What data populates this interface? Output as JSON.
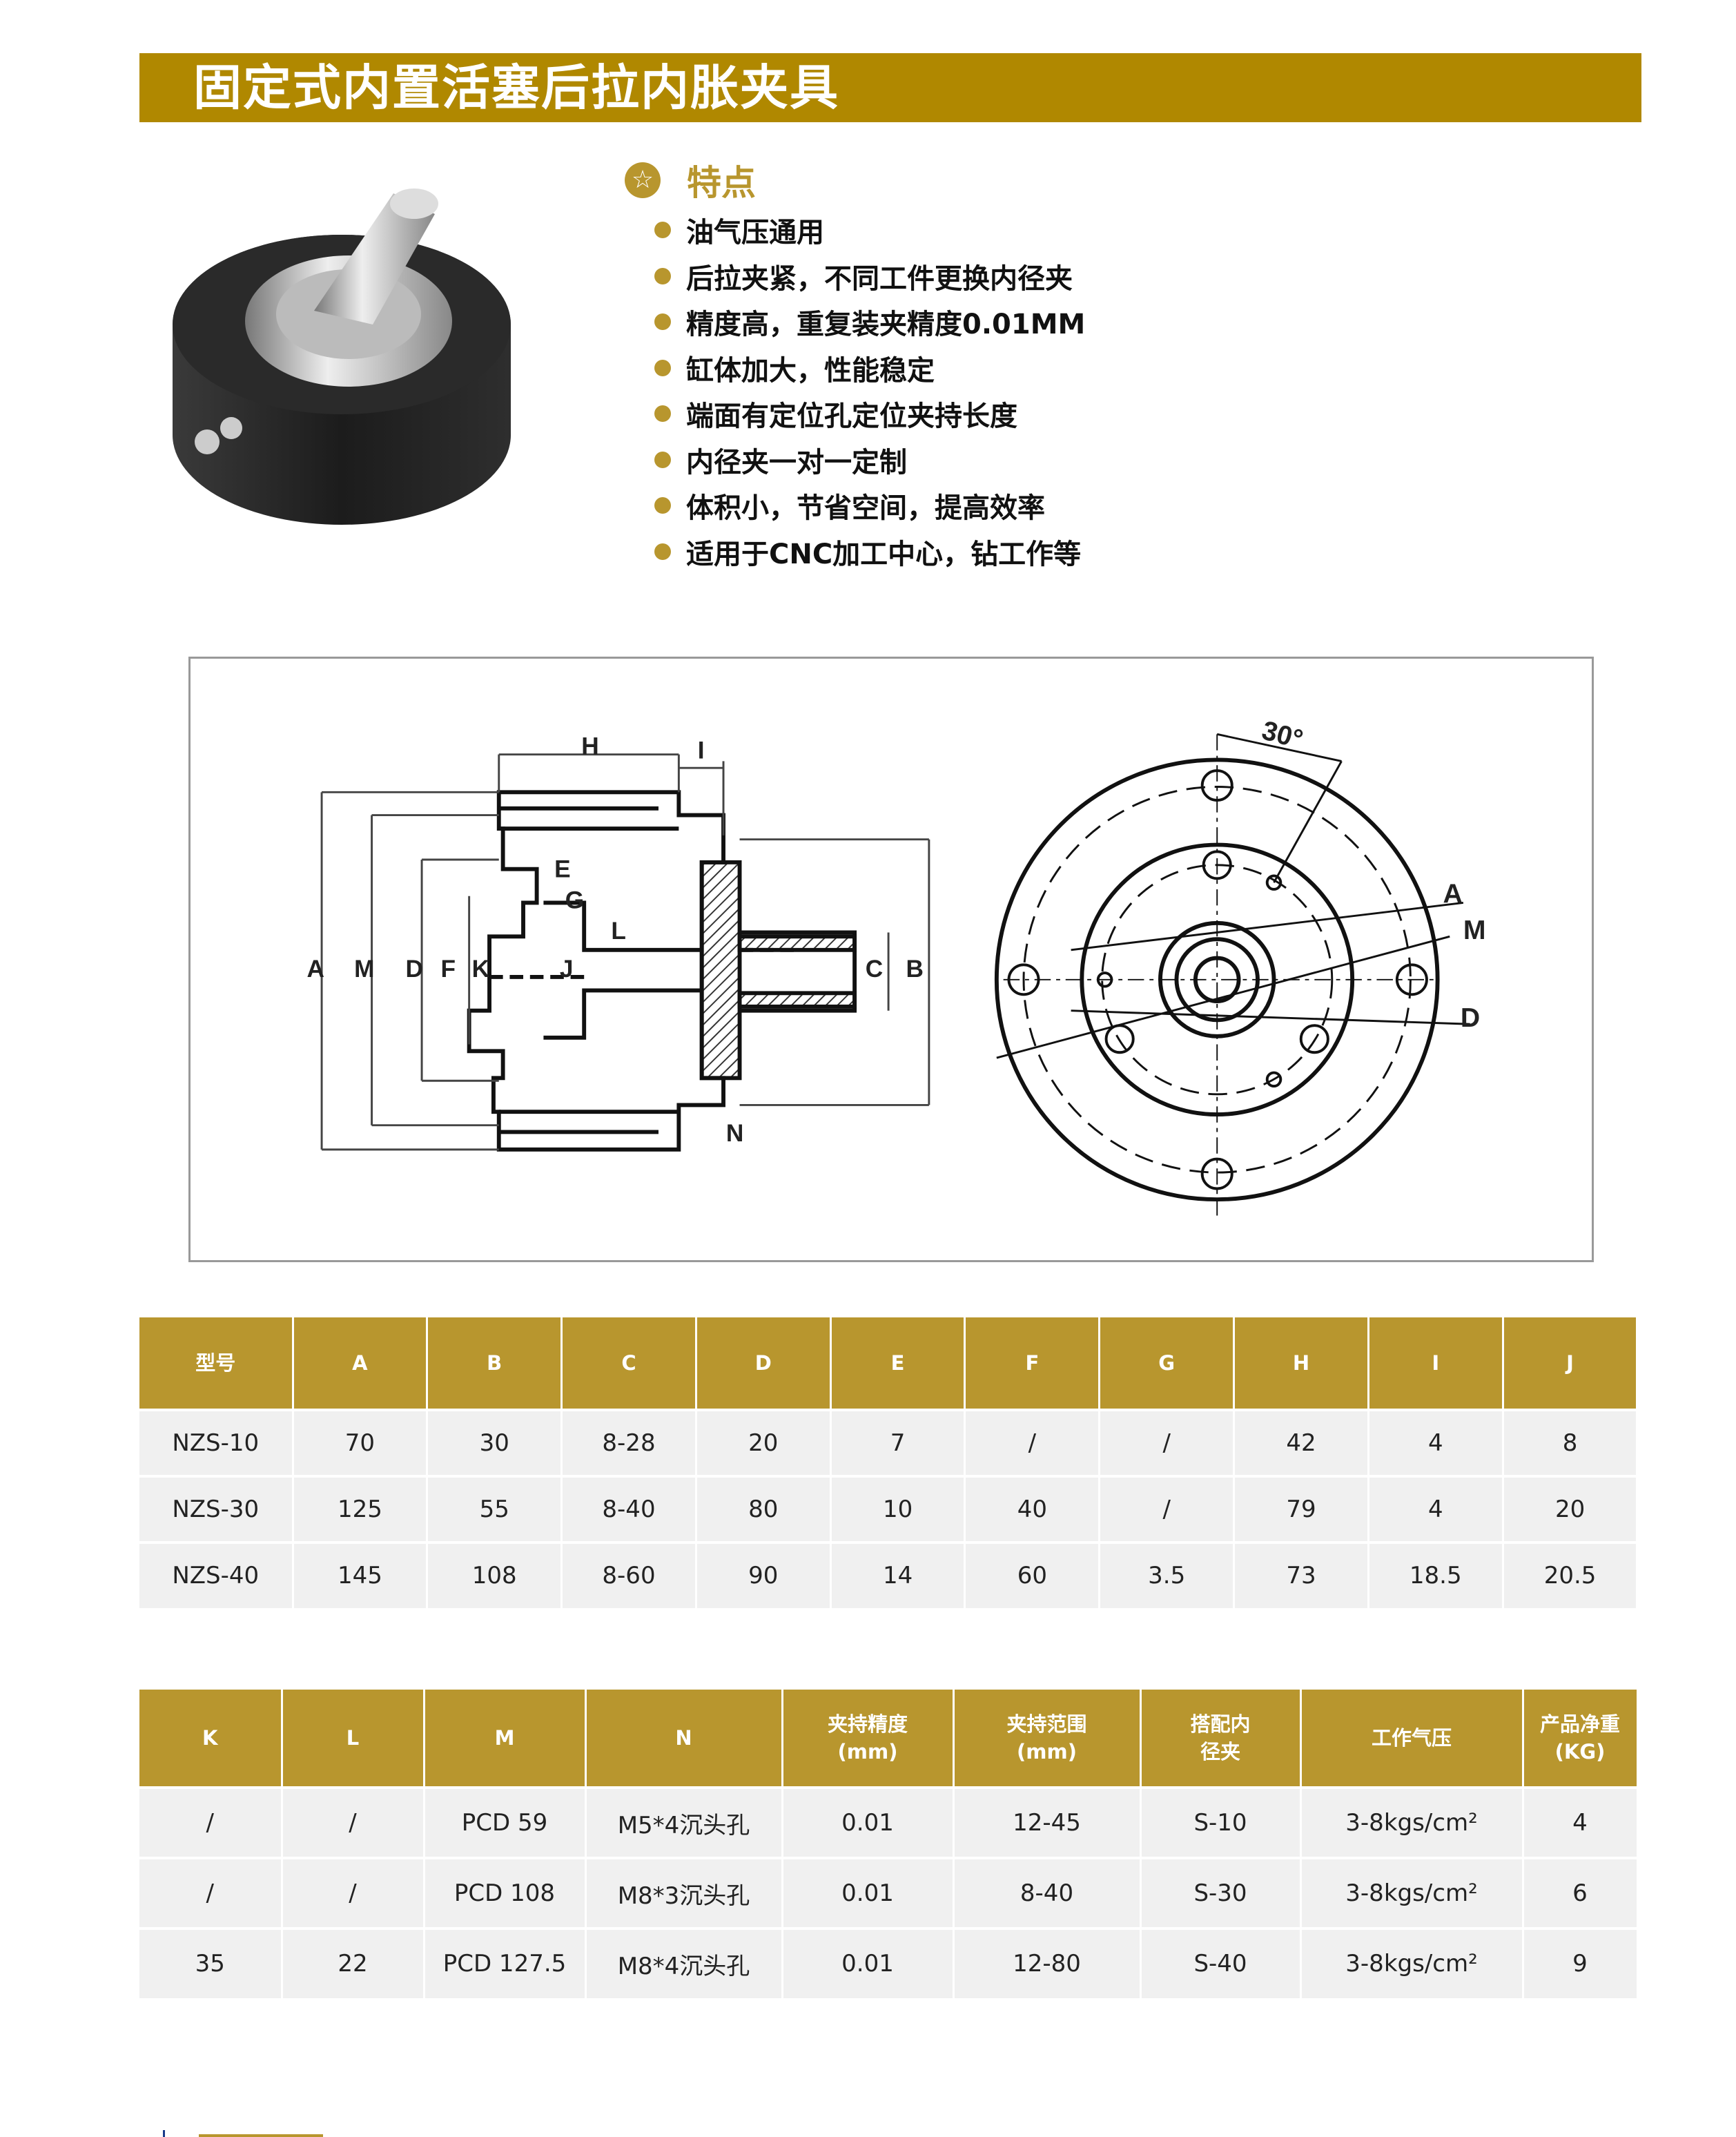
{
  "title": "固定式内置活塞后拉内胀夹具",
  "features": {
    "heading": "特点",
    "icon": "star-icon",
    "items": [
      "油气压通用",
      "后拉夹紧，不同工件更换内径夹",
      "精度高，重复装夹精度0.01MM",
      "缸体加大，性能稳定",
      "端面有定位孔定位夹持长度",
      "内径夹一对一定制",
      "体积小，节省空间，提高效率",
      "适用于CNC加工中心，钻工作等"
    ]
  },
  "drawing": {
    "side_labels": {
      "H": "H",
      "I": "I",
      "E": "E",
      "G": "G",
      "L": "L",
      "A": "A",
      "M": "M",
      "D": "D",
      "F": "F",
      "K": "K",
      "J": "J",
      "C": "C",
      "B": "B",
      "N": "N"
    },
    "front_labels": {
      "angle": "30°",
      "A": "A",
      "M": "M",
      "D": "D"
    }
  },
  "colors": {
    "title_bar": "#b08800",
    "header": "#b8962e",
    "row": "#f0f0f0"
  },
  "table1": {
    "headers": [
      "型号",
      "A",
      "B",
      "C",
      "D",
      "E",
      "F",
      "G",
      "H",
      "I",
      "J"
    ],
    "rows": [
      [
        "NZS-10",
        "70",
        "30",
        "8-28",
        "20",
        "7",
        "/",
        "/",
        "42",
        "4",
        "8"
      ],
      [
        "NZS-30",
        "125",
        "55",
        "8-40",
        "80",
        "10",
        "40",
        "/",
        "79",
        "4",
        "20"
      ],
      [
        "NZS-40",
        "145",
        "108",
        "8-60",
        "90",
        "14",
        "60",
        "3.5",
        "73",
        "18.5",
        "20.5"
      ]
    ]
  },
  "table2": {
    "headers": [
      [
        "K"
      ],
      [
        "L"
      ],
      [
        "M"
      ],
      [
        "N"
      ],
      [
        "夹持精度",
        "(mm)"
      ],
      [
        "夹持范围",
        "(mm)"
      ],
      [
        "搭配内",
        "径夹"
      ],
      [
        "工作气压"
      ],
      [
        "产品净重",
        "(KG)"
      ]
    ],
    "rows": [
      [
        "/",
        "/",
        "PCD 59",
        "M5*4沉头孔",
        "0.01",
        "12-45",
        "S-10",
        "3-8kgs/cm²",
        "4"
      ],
      [
        "/",
        "/",
        "PCD 108",
        "M8*3沉头孔",
        "0.01",
        "8-40",
        "S-30",
        "3-8kgs/cm²",
        "6"
      ],
      [
        "35",
        "22",
        "PCD 127.5",
        "M8*4沉头孔",
        "0.01",
        "12-80",
        "S-40",
        "3-8kgs/cm²",
        "9"
      ]
    ]
  }
}
